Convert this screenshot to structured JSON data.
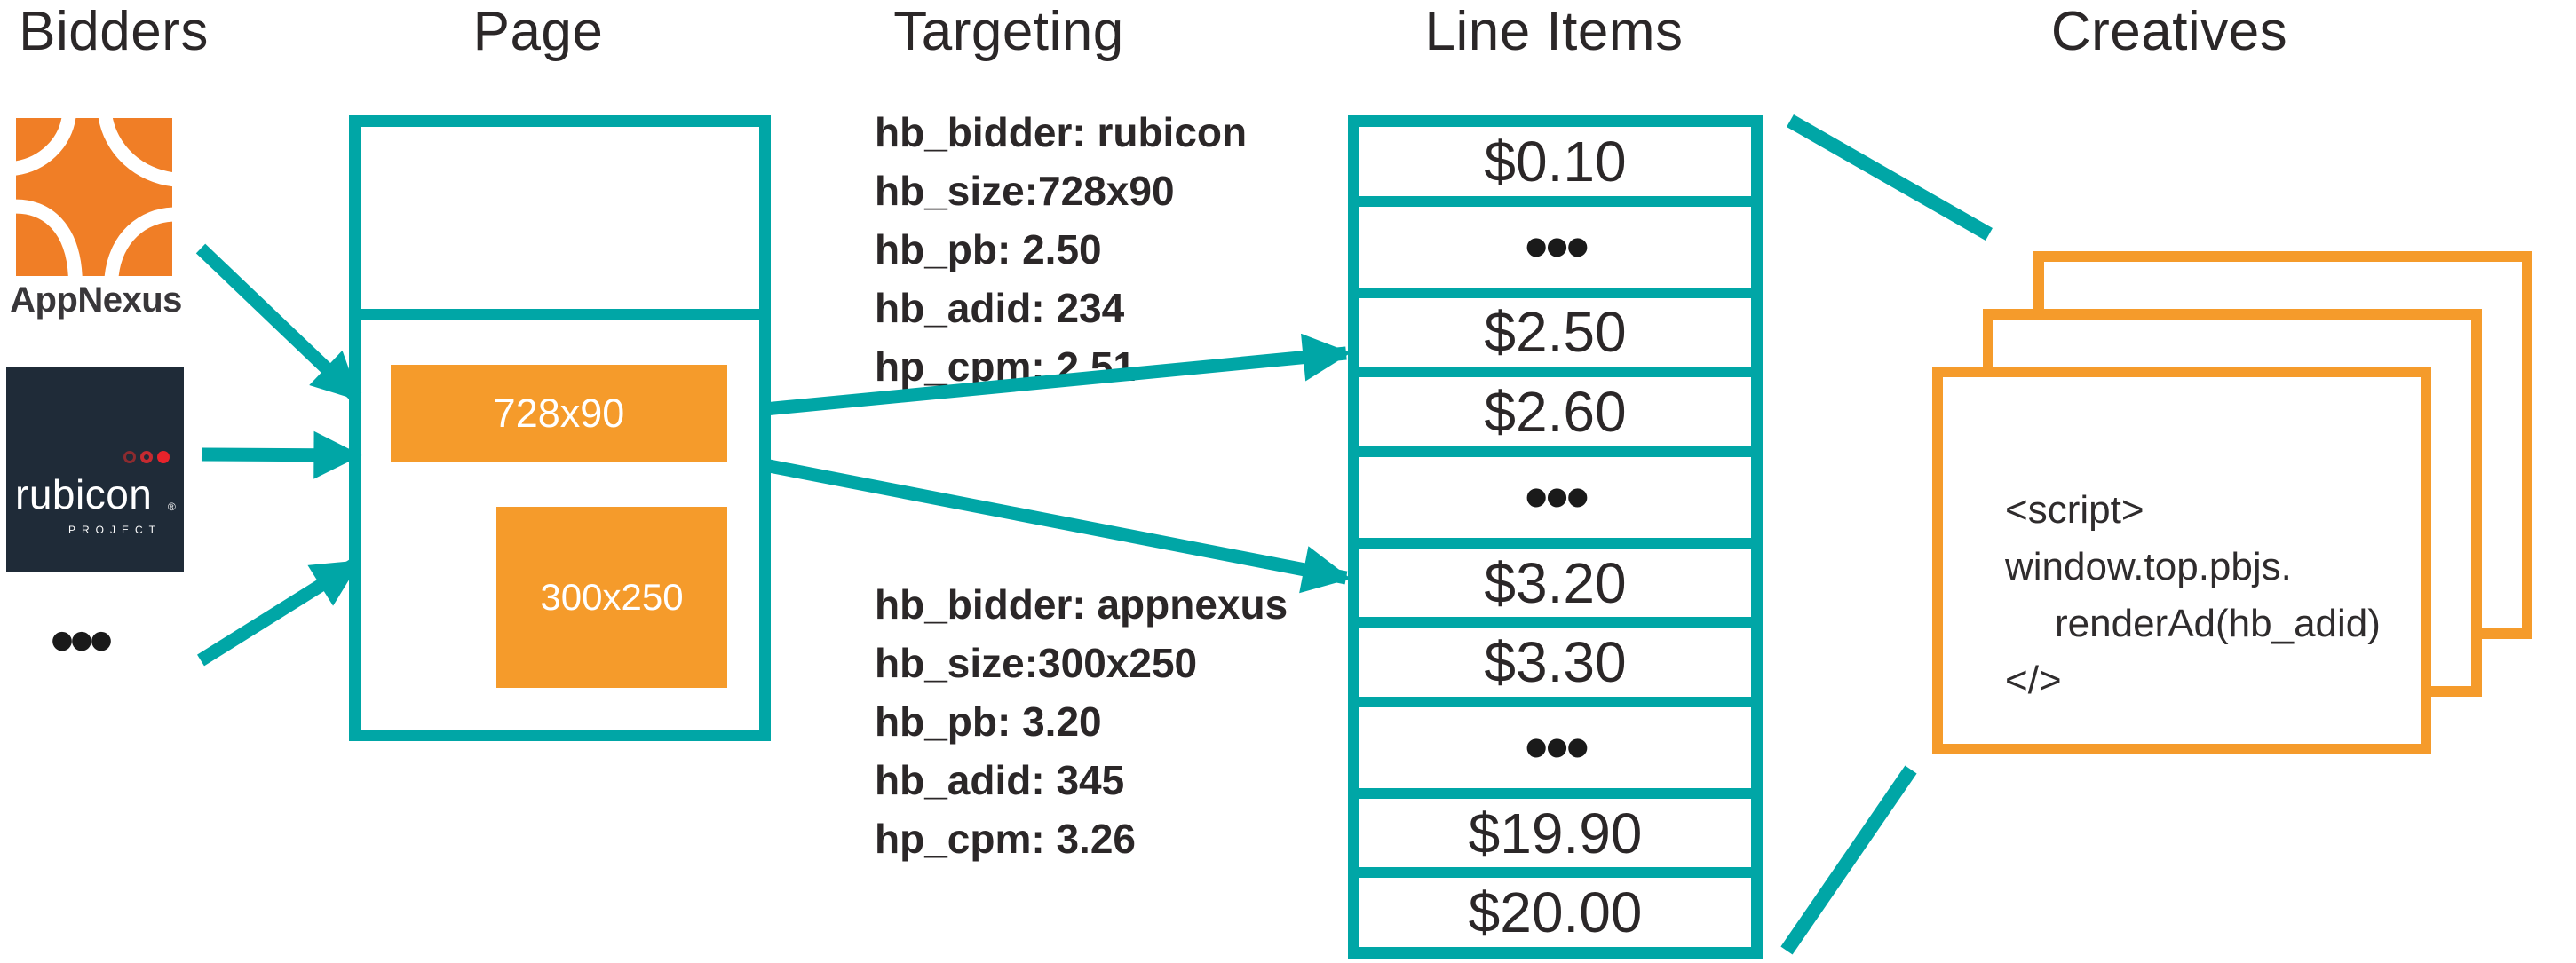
{
  "headers": {
    "bidders": "Bidders",
    "page": "Page",
    "targeting": "Targeting",
    "line_items": "Line Items",
    "creatives": "Creatives"
  },
  "bidders": {
    "appnexus_label": "AppNexus",
    "rubicon_word": "rubicon",
    "rubicon_project": "PROJECT",
    "rubicon_reg": "®",
    "more_bidders": "•••"
  },
  "page": {
    "banner_label": "728x90",
    "rect_label": "300x250"
  },
  "targeting": {
    "rubicon_block": {
      "lines": [
        "hb_bidder: rubicon",
        "hb_size:728x90",
        "hb_pb: 2.50",
        "hb_adid: 234",
        "hp_cpm: 2.51"
      ]
    },
    "appnexus_block": {
      "lines": [
        "hb_bidder: appnexus",
        "hb_size:300x250",
        "hb_pb: 3.20",
        "hb_adid: 345",
        "hp_cpm: 3.26"
      ]
    }
  },
  "line_items": {
    "rows": [
      "$0.10",
      "•••",
      "$2.50",
      "$2.60",
      "•••",
      "$3.20",
      "$3.30",
      "•••",
      "$19.90",
      "$20.00"
    ]
  },
  "creatives": {
    "code_lines": [
      "<script>",
      "window.top.pbjs.",
      "renderAd(hb_adid)",
      "</>"
    ]
  },
  "colors": {
    "teal": "#00A6A6",
    "orange": "#F59B2B",
    "appnexus_orange": "#F07E26",
    "rubicon_bg": "#1F2B38",
    "text": "#2B2728"
  }
}
